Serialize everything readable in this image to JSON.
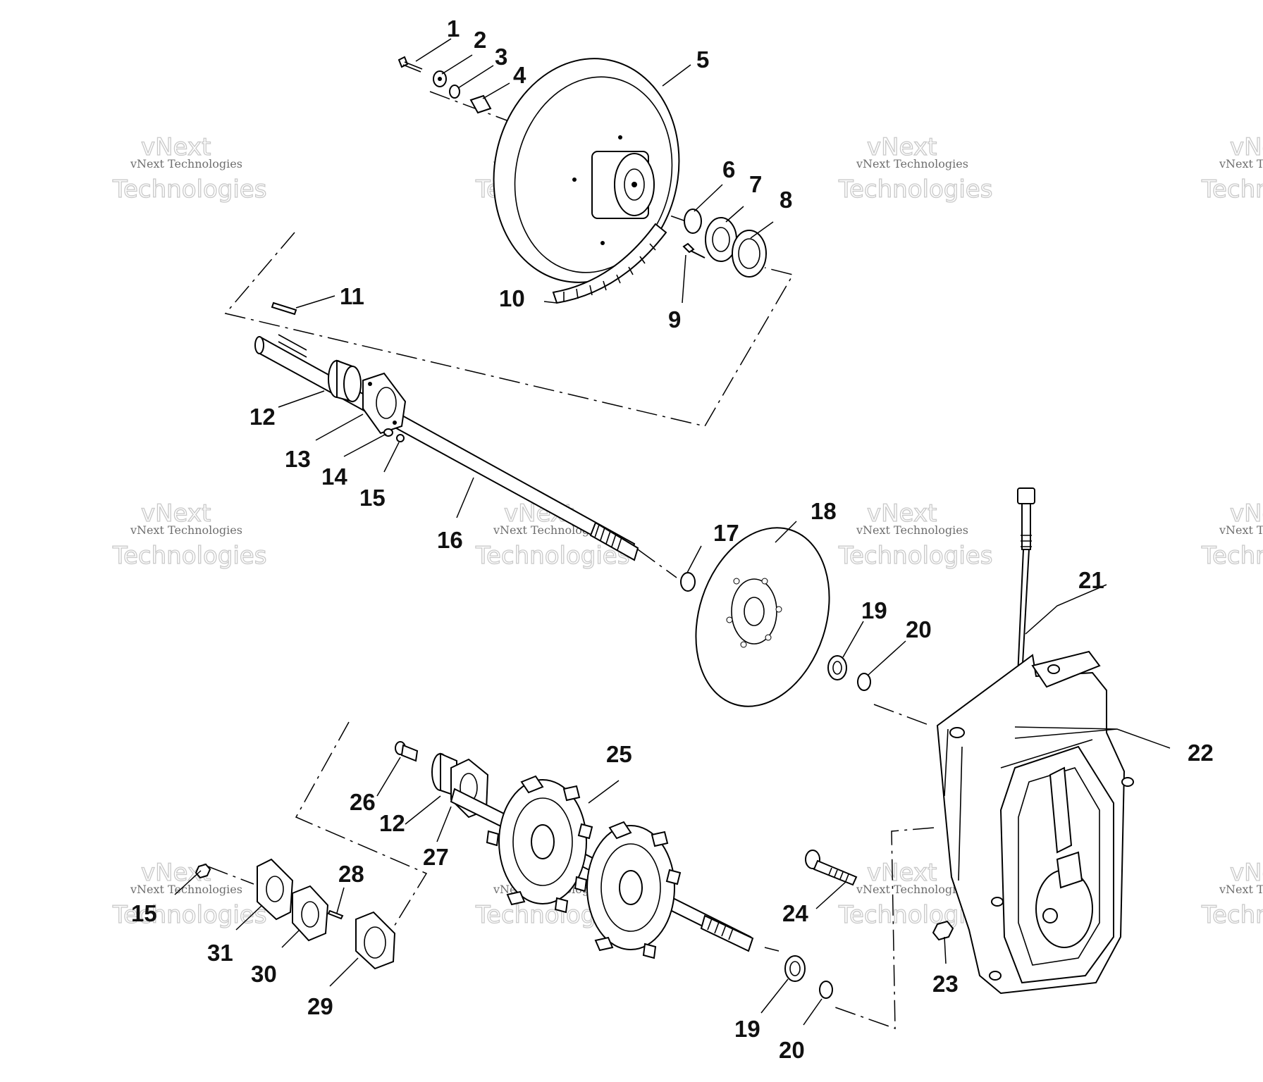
{
  "watermark": {
    "small": "vNext Technologies",
    "big_top": "vNext",
    "big_bottom": "Technologies"
  },
  "callouts": [
    {
      "id": "c1",
      "label": "1"
    },
    {
      "id": "c2",
      "label": "2"
    },
    {
      "id": "c3",
      "label": "3"
    },
    {
      "id": "c4",
      "label": "4"
    },
    {
      "id": "c5",
      "label": "5"
    },
    {
      "id": "c6",
      "label": "6"
    },
    {
      "id": "c7",
      "label": "7"
    },
    {
      "id": "c8",
      "label": "8"
    },
    {
      "id": "c9",
      "label": "9"
    },
    {
      "id": "c10",
      "label": "10"
    },
    {
      "id": "c11",
      "label": "11"
    },
    {
      "id": "c12a",
      "label": "12"
    },
    {
      "id": "c13",
      "label": "13"
    },
    {
      "id": "c14",
      "label": "14"
    },
    {
      "id": "c15a",
      "label": "15"
    },
    {
      "id": "c16",
      "label": "16"
    },
    {
      "id": "c17",
      "label": "17"
    },
    {
      "id": "c18",
      "label": "18"
    },
    {
      "id": "c19a",
      "label": "19"
    },
    {
      "id": "c20a",
      "label": "20"
    },
    {
      "id": "c21",
      "label": "21"
    },
    {
      "id": "c22",
      "label": "22"
    },
    {
      "id": "c23",
      "label": "23"
    },
    {
      "id": "c24",
      "label": "24"
    },
    {
      "id": "c25",
      "label": "25"
    },
    {
      "id": "c26",
      "label": "26"
    },
    {
      "id": "c12b",
      "label": "12"
    },
    {
      "id": "c27",
      "label": "27"
    },
    {
      "id": "c28",
      "label": "28"
    },
    {
      "id": "c15b",
      "label": "15"
    },
    {
      "id": "c31",
      "label": "31"
    },
    {
      "id": "c30",
      "label": "30"
    },
    {
      "id": "c29",
      "label": "29"
    },
    {
      "id": "c19b",
      "label": "19"
    },
    {
      "id": "c20b",
      "label": "20"
    }
  ]
}
